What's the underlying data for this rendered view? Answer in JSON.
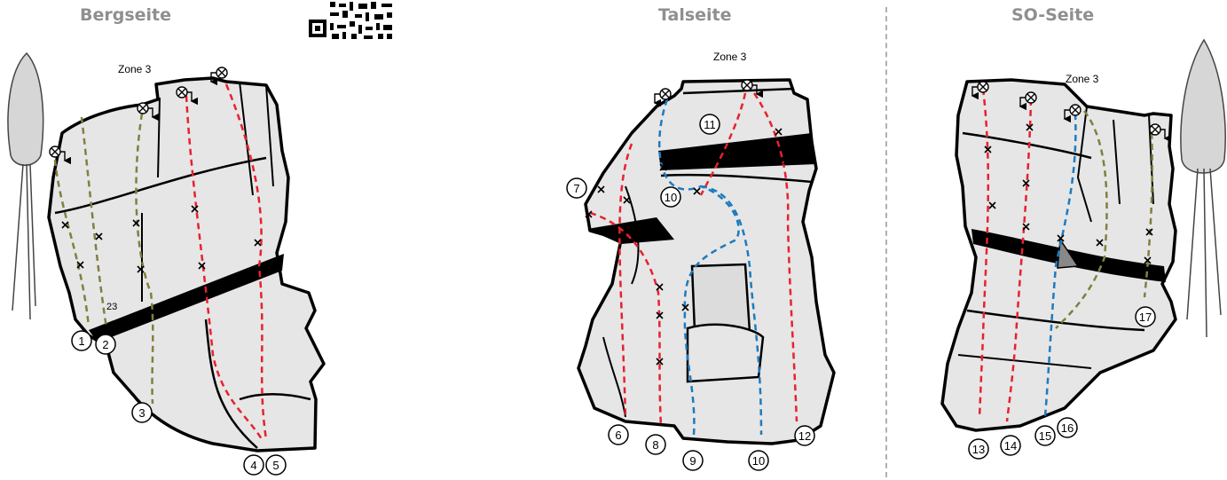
{
  "headers": {
    "bergseite": "Bergseite",
    "talseite": "Talseite",
    "so_seite": "SO-Seite"
  },
  "zone_labels": {
    "berg": "Zone 3",
    "tal": "Zone 3",
    "so": "Zone 3"
  },
  "small_label": "23",
  "routes": {
    "r1": "1",
    "r2": "2",
    "r3": "3",
    "r4": "4",
    "r5": "5",
    "r6": "6",
    "r7": "7",
    "r8": "8",
    "r9": "9",
    "r10a": "10",
    "r10b": "10",
    "r11": "11",
    "r12": "12",
    "r13": "13",
    "r14": "14",
    "r15": "15",
    "r16": "16",
    "r17": "17"
  },
  "colors": {
    "red": "#e8212e",
    "blue": "#1d7bbf",
    "olive": "#808040",
    "rock": "#e6e6e6",
    "band": "#000000"
  }
}
